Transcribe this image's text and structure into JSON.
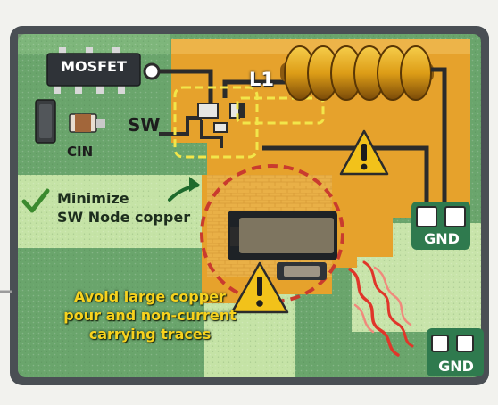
{
  "labels": {
    "mosfet": "MOSFET",
    "inductor": "L1",
    "switch_node": "SW",
    "input_cap": "CIN",
    "tip_line1": "Minimize",
    "tip_line2": "SW Node copper",
    "warning_line1": "Avoid large copper",
    "warning_line2": "pour and non-current",
    "warning_line3": "carrying traces",
    "ground_1": "GND",
    "ground_2": "GND"
  },
  "icons": [
    "check-icon",
    "warning-icon",
    "heat-wave-icon",
    "inductor-coil",
    "mosfet-chip",
    "capacitor"
  ],
  "colors": {
    "board_green": "#6aa56c",
    "copper_orange": "#e6a22c",
    "warning_red": "#c93b2e",
    "callout_yellow": "#f7d21e",
    "highlight_yellow": "#f2e64a"
  }
}
